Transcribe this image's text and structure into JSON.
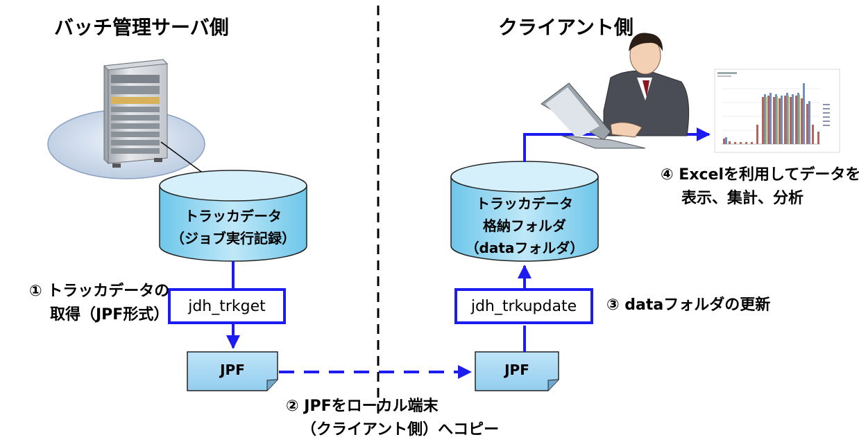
{
  "server_side": {
    "title": "バッチ管理サーバ側",
    "db_line1": "トラッカデータ",
    "db_line2": "（ジョブ実行記録）",
    "command": "jdh_trkget",
    "step1_line1": "① トラッカデータの",
    "step1_line2": "取得（JPF形式）",
    "file_label": "JPF"
  },
  "client_side": {
    "title": "クライアント側",
    "db_line1": "トラッカデータ",
    "db_line2": "格納フォルダ",
    "db_line3": "（dataフォルダ）",
    "command": "jdh_trkupdate",
    "step3_label": "③ dataフォルダの更新",
    "step4_line1": "④ Excelを利用してデータを",
    "step4_line2": "表示、集計、分析",
    "file_label": "JPF"
  },
  "transfer": {
    "step2_line1": "② JPFをローカル端末",
    "step2_line2": "（クライアント側）へコピー"
  },
  "colors": {
    "arrow": "#1c1cf0",
    "db_fill_top": "#d6f0fb",
    "db_fill": "#8fd3f0",
    "file_fill": "#a9d6f2"
  },
  "icons": [
    "server-tower-icon",
    "businessman-laptop-icon",
    "excel-chart-icon"
  ]
}
